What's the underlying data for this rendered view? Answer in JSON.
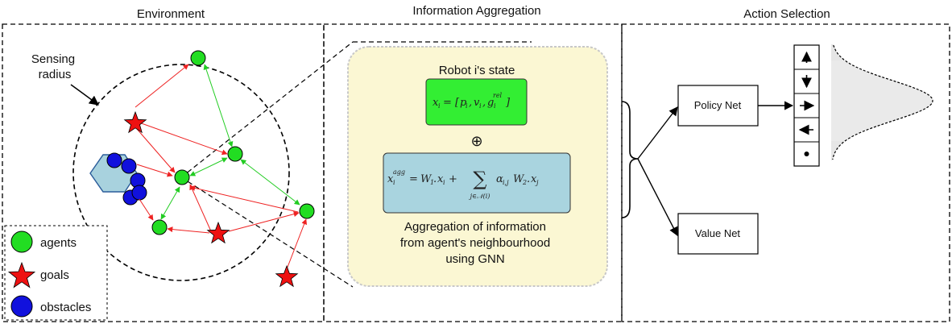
{
  "panels": {
    "environment": {
      "title": "Environment"
    },
    "aggregation": {
      "title": "Information Aggregation"
    },
    "action": {
      "title": "Action Selection"
    }
  },
  "environment": {
    "sensing_label_line1": "Sensing",
    "sensing_label_line2": "radius"
  },
  "legend": {
    "agents": "agents",
    "goals": "goals",
    "obstacles": "obstacles"
  },
  "aggregation": {
    "state_title": "Robot i's state",
    "state_formula": "x_i = [p_i, v_i, g_i^rel]",
    "oplus": "⊕",
    "agg_formula": "x_i^agg = W_1 . x_i + Σ_{j∈N(i)} α_{i,j} W_2 . x_j",
    "caption_line1": "Aggregation of information",
    "caption_line2": "from agent's neighbourhood",
    "caption_line3": "using GNN"
  },
  "action": {
    "policy_net": "Policy Net",
    "value_net": "Value Net",
    "actions": [
      "up-arrow",
      "down-arrow",
      "right-arrow",
      "left-arrow",
      "stay-dot"
    ]
  },
  "colors": {
    "agent": "#22dd22",
    "goal": "#ee1111",
    "obstacle": "#1111dd",
    "green_edge": "#22cc22",
    "red_edge": "#ee2222",
    "state_box": "#33ee33",
    "agg_box": "#a9d4df",
    "gnn_panel": "#fbf7d3"
  }
}
